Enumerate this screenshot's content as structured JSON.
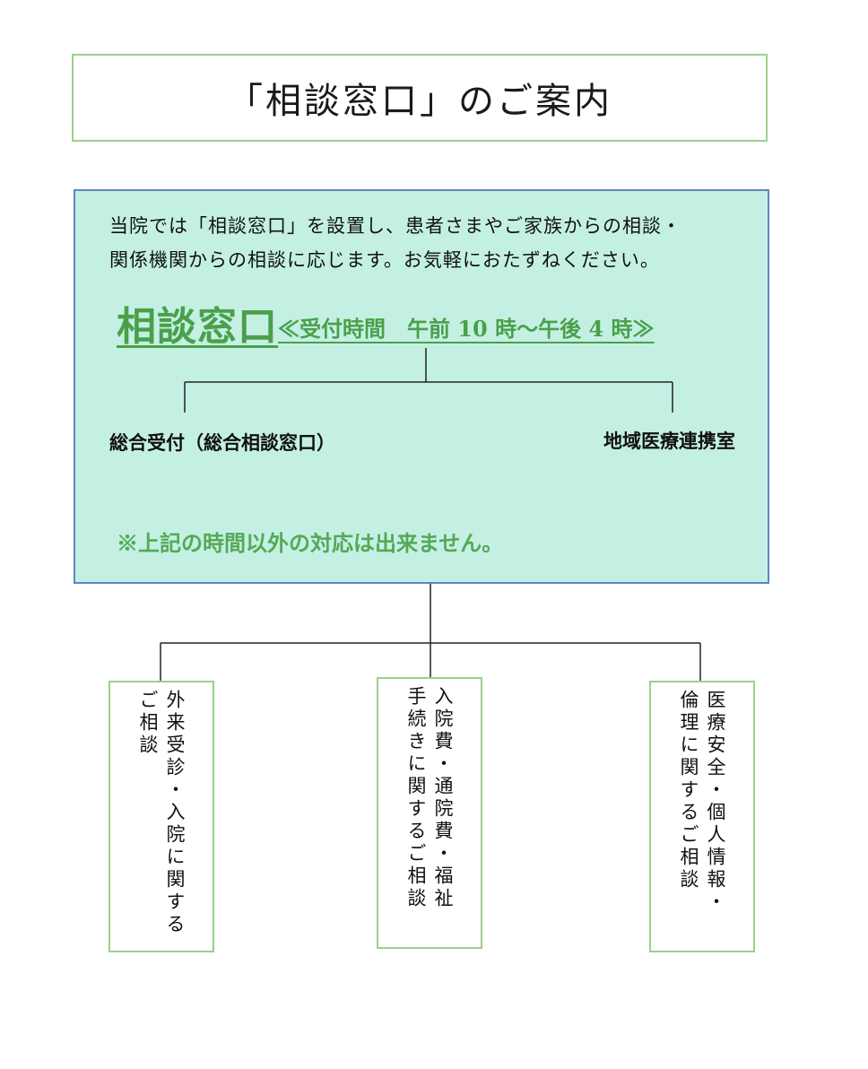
{
  "title": "「相談窓口」のご案内",
  "intro": {
    "line1": "当院では「相談窓口」を設置し、患者さまやご家族からの相談・",
    "line2": "関係機関からの相談に応じます。お気軽におたずねください。"
  },
  "desk": {
    "name": "相談窓口",
    "hours": "≪受付時間　午前 10 時～午後 4 時≫"
  },
  "branches": {
    "left": "総合受付（総合相談窓口）",
    "right": "地域医療連携室"
  },
  "notice": "※上記の時間以外の対応は出来ません。",
  "consultations": [
    {
      "col1": "外来受診・入院に関する",
      "col2": "ご相談"
    },
    {
      "col1": "入院費・通院費・福祉",
      "col2": "手続きに関するご相談"
    },
    {
      "col1": "医療安全・個人情報・",
      "col2": "倫理に関するご相談"
    }
  ],
  "colors": {
    "box_border_green": "#9bd08a",
    "main_fill": "#c4f0e4",
    "main_border": "#5b86c4",
    "accent_green": "#4aa04a"
  }
}
